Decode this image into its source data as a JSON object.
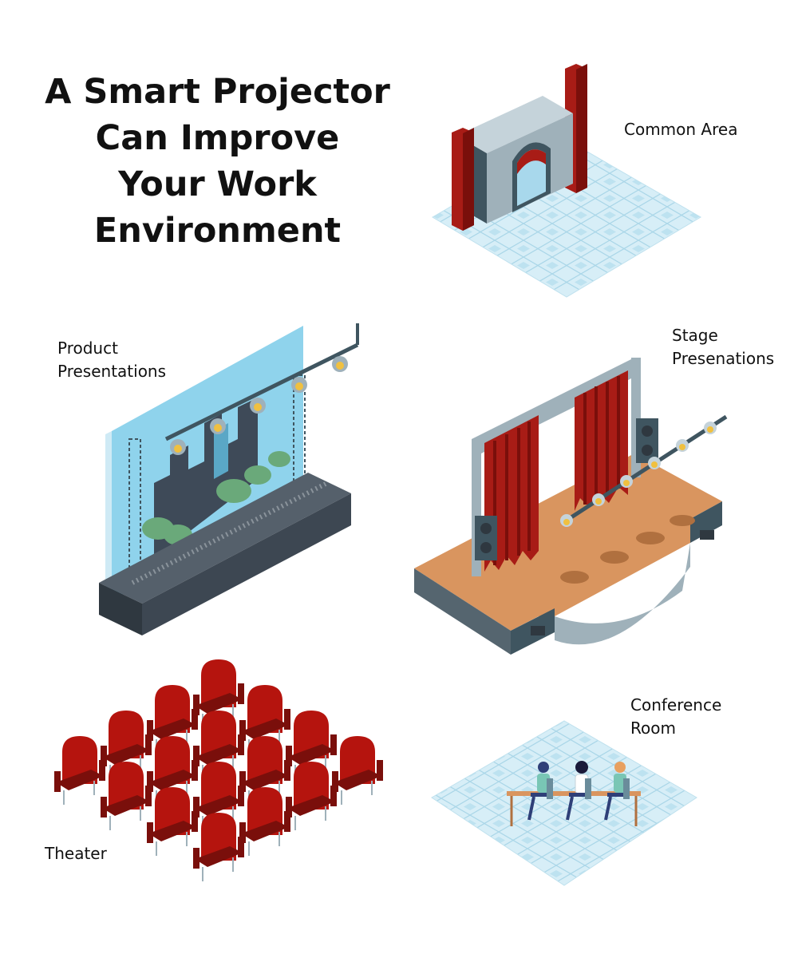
{
  "title_lines": [
    "A Smart Projector",
    "Can Improve",
    "Your Work",
    "Environment"
  ],
  "sections": {
    "common_area": {
      "lines": [
        "Common Area"
      ]
    },
    "product_presentations": {
      "lines": [
        "Product",
        "Presentations"
      ]
    },
    "stage_presentations": {
      "lines": [
        "Stage",
        "Presenations"
      ]
    },
    "conference_room": {
      "lines": [
        "Conference",
        "Room"
      ]
    },
    "theater": {
      "lines": [
        "Theater"
      ]
    }
  },
  "colors": {
    "curtain_red": "#a81c16",
    "curtain_dark": "#7a0f0b",
    "stone_light": "#b3c3cb",
    "stone_dark": "#3f5560",
    "floor_tile": "#cfe9f3",
    "wood": "#d9955f",
    "wood_dark": "#b0703f",
    "backdrop": "#8fd3ec",
    "building": "#3e4a58",
    "tree": "#6aa97a",
    "platform": "#3d4752",
    "seat_red": "#b5140e",
    "light_yellow": "#f0c040"
  }
}
